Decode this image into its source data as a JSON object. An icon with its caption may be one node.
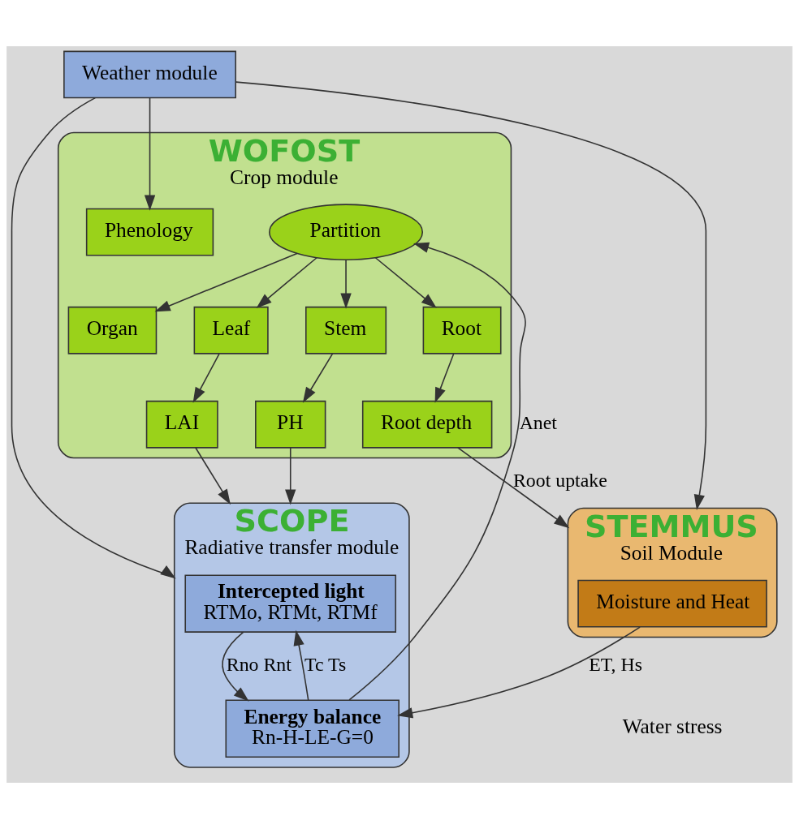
{
  "diagram": {
    "nodes": [
      {
        "text": [
          "Weather module"
        ]
      },
      {
        "text": [
          "SCOPE",
          "Radiative transfer module"
        ]
      },
      {
        "text": [
          "Intercepted light",
          "RTMo, RTMt, RTMf"
        ],
        "in": 1
      },
      {
        "text": [
          "Energy balance",
          "Rn-H-LE-G=0"
        ],
        "in": 1
      },
      {
        "text": [
          "STEMMUS",
          "Soil Module"
        ]
      },
      {
        "text": [
          "Moisture and Heat"
        ],
        "in": 4
      },
      {
        "text": [
          "WOFOST",
          "Crop module"
        ]
      },
      {
        "text": [
          "Partition"
        ],
        "in": 6
      },
      {
        "text": [
          "Phenology"
        ],
        "in": 6
      },
      {
        "text": [
          "Organ"
        ],
        "in": 6
      },
      {
        "text": [
          "Root"
        ],
        "in": 6
      },
      {
        "text": [
          "Stem"
        ],
        "in": 6
      },
      {
        "text": [
          "Leaf"
        ],
        "in": 6
      },
      {
        "text": [
          "Root depth"
        ],
        "in": 6
      },
      {
        "text": [
          "PH"
        ],
        "in": 6
      },
      {
        "text": [
          "LAI"
        ],
        "in": 6
      }
    ],
    "edges": [
      {
        "from": 0,
        "to": 4,
        "arrow": "to"
      },
      {
        "from": 0,
        "to": 1,
        "arrow": "to"
      },
      {
        "from": 0,
        "to": 8,
        "arrow": "to"
      },
      {
        "from": 3,
        "to": 2,
        "arrow": "to",
        "label": "Tc Ts"
      },
      {
        "from": 2,
        "to": 3,
        "arrow": "to",
        "label": "Rno Rnt"
      },
      {
        "from": 5,
        "to": 3,
        "arrow": "to",
        "label": "ET, Hs"
      },
      {
        "from": 3,
        "to": 7,
        "arrow": "to",
        "label": "Anet"
      },
      {
        "from": 7,
        "to": 9,
        "arrow": "to"
      },
      {
        "from": 7,
        "to": 10,
        "arrow": "to"
      },
      {
        "from": 7,
        "to": 11,
        "arrow": "to"
      },
      {
        "from": 7,
        "to": 12,
        "arrow": "to"
      },
      {
        "from": 10,
        "to": 13,
        "arrow": "to"
      },
      {
        "from": 11,
        "to": 14,
        "arrow": "to"
      },
      {
        "from": 12,
        "to": 15,
        "arrow": "to"
      },
      {
        "from": 13,
        "to": 4,
        "arrow": "to",
        "label": "Root uptake"
      },
      {
        "from": 15,
        "to": 1,
        "arrow": "to"
      },
      {
        "from": 14,
        "to": 1,
        "arrow": "to"
      }
    ],
    "labels": [
      "Water stress"
    ]
  }
}
